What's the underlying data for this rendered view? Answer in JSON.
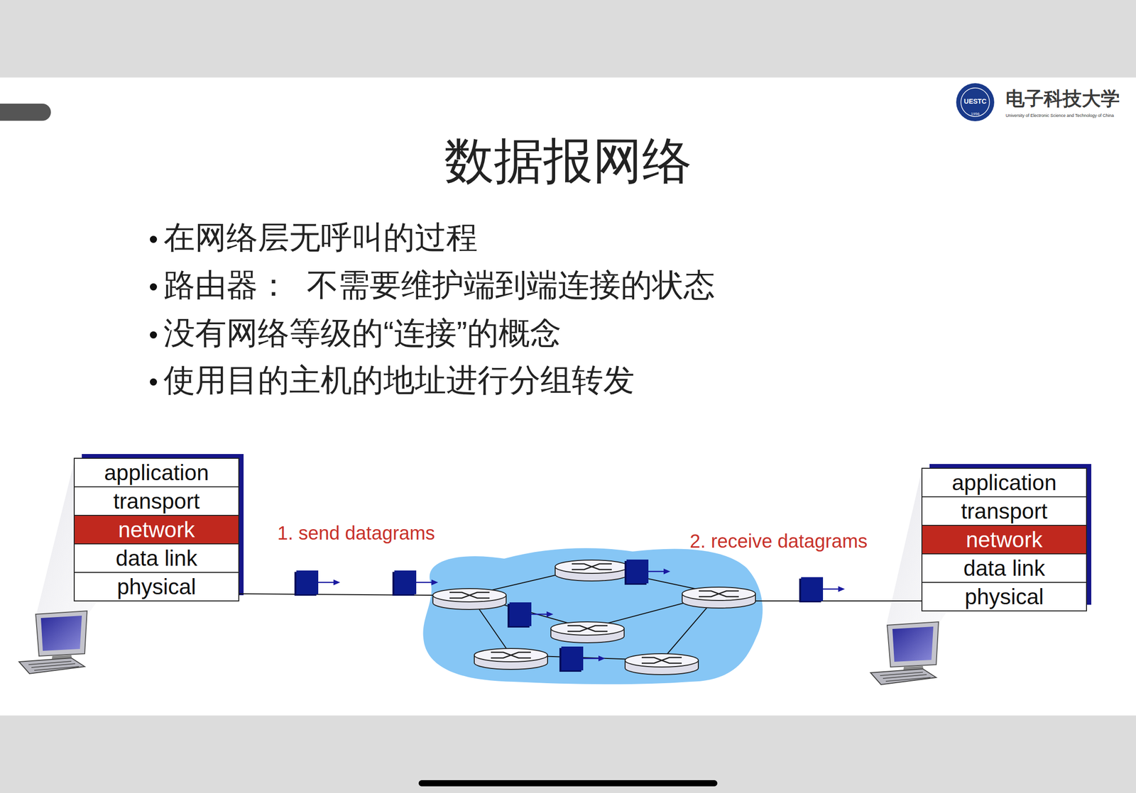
{
  "diagram": {
    "title": "数据报网络",
    "nodes": [
      {
        "text": [
          "application"
        ]
      },
      {
        "text": [
          "transport"
        ]
      },
      {
        "text": [
          "network"
        ]
      },
      {
        "text": [
          "data link"
        ]
      },
      {
        "text": [
          "physical"
        ]
      },
      {
        "text": [
          "application"
        ]
      },
      {
        "text": [
          "transport"
        ]
      },
      {
        "text": [
          "network"
        ]
      },
      {
        "text": [
          "data link"
        ]
      },
      {
        "text": [
          "physical"
        ]
      }
    ],
    "labels": [
      "在网络层无呼叫的过程",
      "路由器：  不需要维护端到端连接的状态",
      "没有网络等级的“连接”的概念",
      "使用目的主机的地址进行分组转发",
      "1. send datagrams",
      "2. receive datagrams",
      "电子科技大学",
      "University of Electronic Science and Technology of China",
      "UESTC",
      "1956"
    ]
  }
}
